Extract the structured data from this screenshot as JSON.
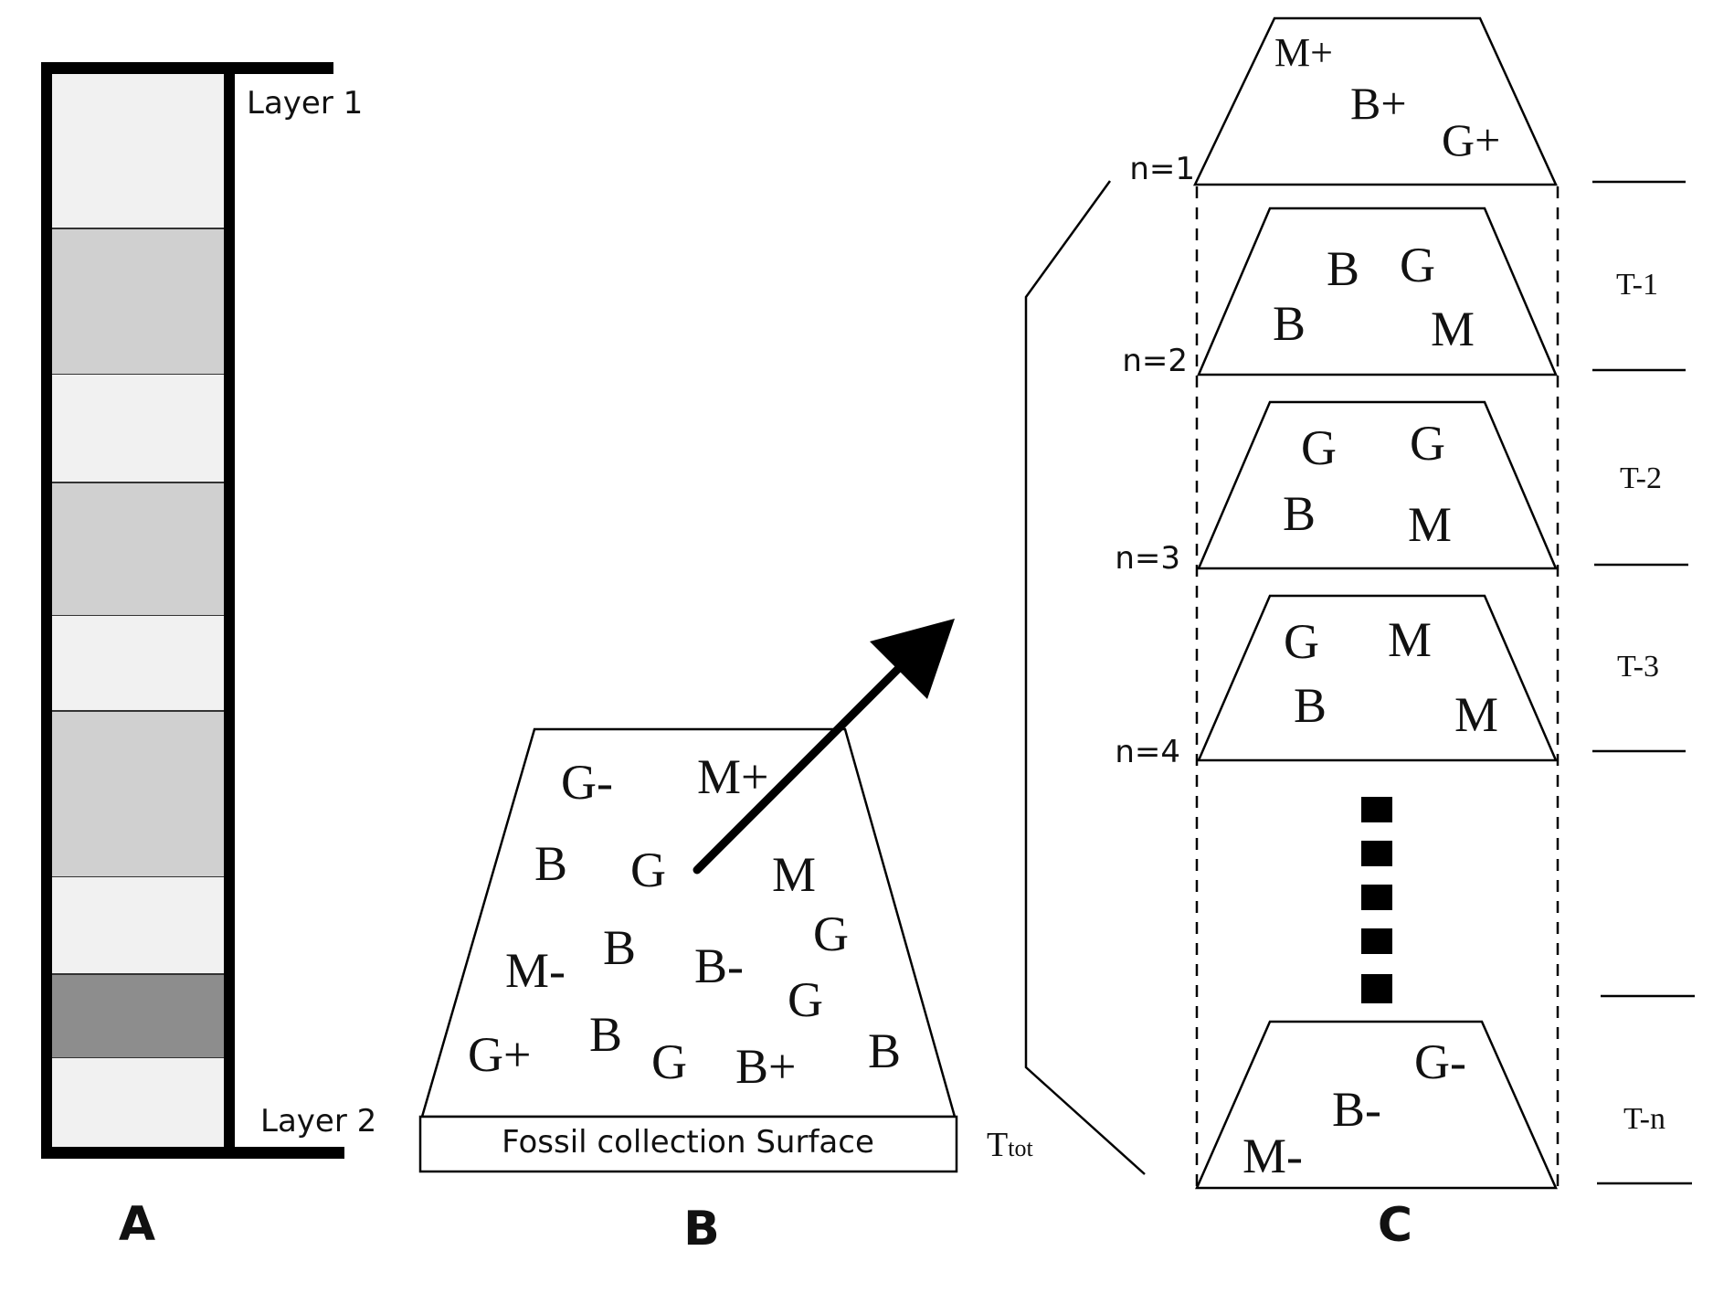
{
  "panel_labels": {
    "a": "A",
    "b": "B",
    "c": "C"
  },
  "column": {
    "top_label": "Layer 1",
    "bottom_label": "Layer 2",
    "colors": {
      "light": "#f1f1f1",
      "mid": "#d0d0d0",
      "dark": "#8d8d8d",
      "frame": "#000000"
    }
  },
  "surface": {
    "surface_label": "Fossil collection Surface",
    "t_main": "T",
    "t_sub": "tot",
    "fossils": [
      "G-",
      "M+",
      "B",
      "G",
      "M",
      "G",
      "M-",
      "B",
      "B-",
      "G",
      "B",
      "G+",
      "G",
      "B+",
      "B"
    ]
  },
  "stack": {
    "top_slice": {
      "fossils": [
        "M+",
        "B+",
        "G+"
      ]
    },
    "slices": [
      {
        "n_label": "n=1",
        "t_label": "T-1",
        "fossils": [
          "B",
          "G",
          "B",
          "M"
        ]
      },
      {
        "n_label": "n=2",
        "t_label": "T-2",
        "fossils": [
          "G",
          "G",
          "B",
          "M"
        ]
      },
      {
        "n_label": "n=3",
        "t_label": "T-3",
        "fossils": [
          "G",
          "M",
          "B",
          "M"
        ]
      },
      {
        "n_label": "n=4",
        "t_label": "T-n",
        "fossils": [
          "G-",
          "B-",
          "M-"
        ]
      }
    ]
  }
}
